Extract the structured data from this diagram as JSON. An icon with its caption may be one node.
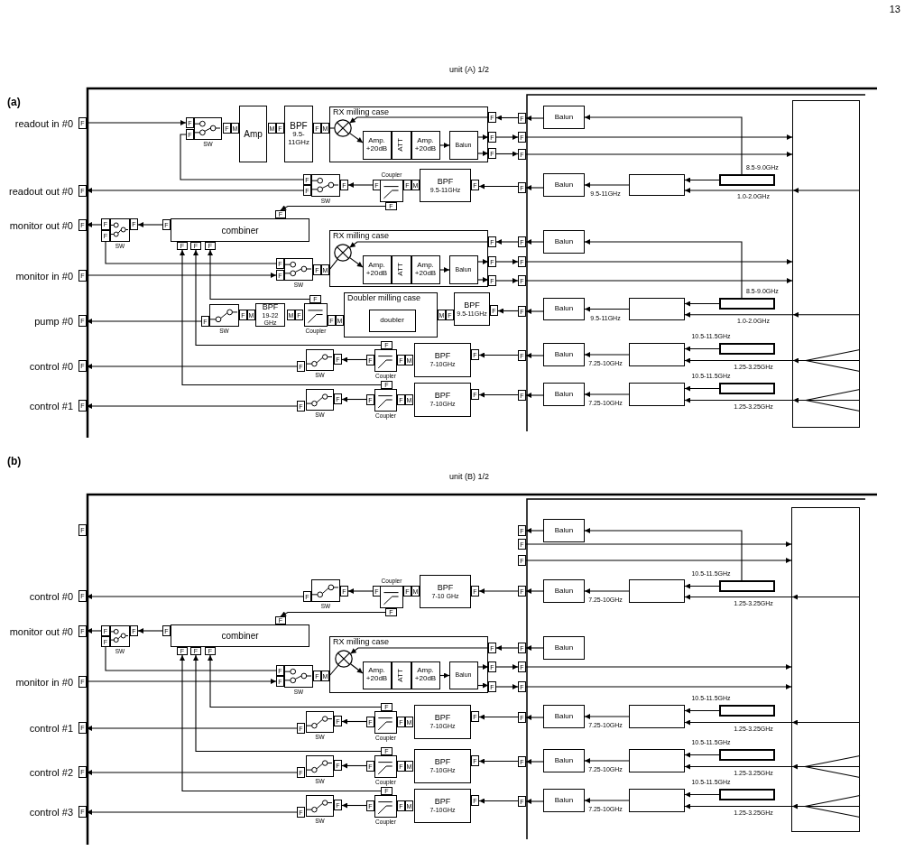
{
  "diagram": {
    "nodes": [
      {
        "text": [
          "F"
        ],
        "beside": [
          "readout in #0"
        ]
      },
      {
        "text": [],
        "shape": "box",
        "beside": [
          "SW"
        ]
      },
      {
        "text": [
          "F"
        ]
      },
      {
        "text": [
          "F"
        ]
      },
      {
        "text": [
          "F"
        ]
      },
      {
        "text": [
          "M"
        ]
      },
      {
        "text": [
          "Amp"
        ]
      },
      {
        "text": [
          "M"
        ]
      },
      {
        "text": [
          "F"
        ]
      },
      {
        "text": [
          "BPF",
          "9.5-11GHz"
        ]
      },
      {
        "text": [
          "F"
        ]
      },
      {
        "text": [
          "M"
        ]
      },
      {
        "text": [
          "RX milling case"
        ]
      },
      {
        "text": [],
        "shape": "circle",
        "in": 12
      },
      {
        "text": [
          "Amp. +20dB"
        ],
        "in": 12
      },
      {
        "text": [
          "ATT"
        ],
        "in": 12
      },
      {
        "text": [
          "Amp. +20dB"
        ],
        "in": 12
      },
      {
        "text": [
          "Balun"
        ],
        "in": 12
      },
      {
        "text": [
          "F"
        ]
      },
      {
        "text": [
          "F"
        ]
      },
      {
        "text": [
          "F"
        ]
      },
      {
        "text": [
          "F"
        ]
      },
      {
        "text": [
          "F"
        ]
      },
      {
        "text": [
          "F"
        ]
      },
      {
        "text": [
          "Balun"
        ]
      },
      {
        "text": [
          "F"
        ],
        "beside": [
          "readout out #0"
        ]
      },
      {
        "text": [],
        "shape": "box",
        "beside": [
          "SW"
        ]
      },
      {
        "text": [
          "F"
        ]
      },
      {
        "text": [
          "F"
        ]
      },
      {
        "text": [
          "F"
        ]
      },
      {
        "text": [],
        "shape": "box",
        "beside": [
          "Coupler"
        ]
      },
      {
        "text": [
          "F"
        ]
      },
      {
        "text": [
          "F"
        ]
      },
      {
        "text": [
          "M"
        ]
      },
      {
        "text": [
          "F"
        ]
      },
      {
        "text": [
          "BPF",
          "9.5-11GHz"
        ]
      },
      {
        "text": [
          "F"
        ]
      },
      {
        "text": [
          "F"
        ]
      },
      {
        "text": [
          "Balun"
        ]
      },
      {
        "text": [],
        "shape": "box"
      },
      {
        "text": [],
        "shape": "box"
      },
      {
        "text": [
          "F"
        ],
        "beside": [
          "monitor out #0"
        ]
      },
      {
        "text": [],
        "shape": "box",
        "beside": [
          "SW"
        ]
      },
      {
        "text": [
          "F"
        ]
      },
      {
        "text": [
          "F"
        ]
      },
      {
        "text": [
          "F"
        ]
      },
      {
        "text": [
          "combiner"
        ]
      },
      {
        "text": [
          "F"
        ]
      },
      {
        "text": [
          "F"
        ]
      },
      {
        "text": [
          "F"
        ]
      },
      {
        "text": [
          "F"
        ]
      },
      {
        "text": [
          "F"
        ]
      },
      {
        "text": [
          "F"
        ],
        "beside": [
          "monitor in #0"
        ]
      },
      {
        "text": [],
        "shape": "box",
        "beside": [
          "SW"
        ]
      },
      {
        "text": [
          "F"
        ]
      },
      {
        "text": [
          "F"
        ]
      },
      {
        "text": [
          "F"
        ]
      },
      {
        "text": [
          "M"
        ]
      },
      {
        "text": [
          "RX milling case"
        ]
      },
      {
        "text": [],
        "shape": "circle",
        "in": 58
      },
      {
        "text": [
          "Amp. +20dB"
        ],
        "in": 58
      },
      {
        "text": [
          "ATT"
        ],
        "in": 58
      },
      {
        "text": [
          "Amp. +20dB"
        ],
        "in": 58
      },
      {
        "text": [
          "Balun"
        ],
        "in": 58
      },
      {
        "text": [
          "F"
        ]
      },
      {
        "text": [
          "F"
        ]
      },
      {
        "text": [
          "F"
        ]
      },
      {
        "text": [
          "F"
        ]
      },
      {
        "text": [
          "F"
        ]
      },
      {
        "text": [
          "F"
        ]
      },
      {
        "text": [
          "Balun"
        ]
      },
      {
        "text": [
          "F"
        ],
        "beside": [
          "pump #0"
        ]
      },
      {
        "text": [],
        "shape": "box",
        "beside": [
          "SW"
        ]
      },
      {
        "text": [
          "F"
        ]
      },
      {
        "text": [
          "F"
        ]
      },
      {
        "text": [
          "M"
        ]
      },
      {
        "text": [
          "BPF",
          "19-22 GHz"
        ]
      },
      {
        "text": [
          "M"
        ]
      },
      {
        "text": [
          "F"
        ]
      },
      {
        "text": [],
        "shape": "box",
        "beside": [
          "Coupler"
        ]
      },
      {
        "text": [
          "F"
        ]
      },
      {
        "text": [
          "F"
        ]
      },
      {
        "text": [
          "M"
        ]
      },
      {
        "text": [
          "Doubler milling case"
        ]
      },
      {
        "text": [
          "doubler"
        ],
        "in": 83
      },
      {
        "text": [
          "M"
        ]
      },
      {
        "text": [
          "F"
        ]
      },
      {
        "text": [
          "BPF",
          "9.5-11GHz"
        ]
      },
      {
        "text": [
          "F"
        ]
      },
      {
        "text": [
          "F"
        ]
      },
      {
        "text": [
          "Balun"
        ]
      },
      {
        "text": [],
        "shape": "box"
      },
      {
        "text": [],
        "shape": "box"
      },
      {
        "text": [
          "F"
        ],
        "beside": [
          "control #0"
        ]
      },
      {
        "text": [],
        "shape": "box",
        "beside": [
          "SW"
        ]
      },
      {
        "text": [
          "F"
        ]
      },
      {
        "text": [
          "F"
        ]
      },
      {
        "text": [],
        "shape": "box",
        "beside": [
          "Coupler"
        ]
      },
      {
        "text": [
          "F"
        ]
      },
      {
        "text": [
          "F"
        ]
      },
      {
        "text": [
          "F"
        ]
      },
      {
        "text": [
          "M"
        ]
      },
      {
        "text": [
          "BPF",
          "7-10GHz"
        ]
      },
      {
        "text": [
          "F"
        ]
      },
      {
        "text": [
          "F"
        ]
      },
      {
        "text": [
          "Balun"
        ]
      },
      {
        "text": [],
        "shape": "box"
      },
      {
        "text": [],
        "shape": "box"
      },
      {
        "text": [
          "F"
        ],
        "beside": [
          "control #1"
        ]
      },
      {
        "text": [],
        "shape": "box",
        "beside": [
          "SW"
        ]
      },
      {
        "text": [
          "F"
        ]
      },
      {
        "text": [
          "F"
        ]
      },
      {
        "text": [],
        "shape": "box",
        "beside": [
          "Coupler"
        ]
      },
      {
        "text": [
          "F"
        ]
      },
      {
        "text": [
          "F"
        ]
      },
      {
        "text": [
          "F"
        ]
      },
      {
        "text": [
          "M"
        ]
      },
      {
        "text": [
          "BPF",
          "7-10GHz"
        ]
      },
      {
        "text": [
          "F"
        ]
      },
      {
        "text": [
          "F"
        ]
      },
      {
        "text": [
          "Balun"
        ]
      },
      {
        "text": [],
        "shape": "box"
      },
      {
        "text": [],
        "shape": "box"
      },
      {
        "text": [],
        "shape": "box"
      },
      {
        "text": [
          "F"
        ]
      },
      {
        "text": [
          "F"
        ]
      },
      {
        "text": [
          "F"
        ]
      },
      {
        "text": [
          "F"
        ]
      },
      {
        "text": [
          "Balun"
        ]
      },
      {
        "text": [
          "F"
        ],
        "beside": [
          "control #0"
        ]
      },
      {
        "text": [],
        "shape": "box",
        "beside": [
          "SW"
        ]
      },
      {
        "text": [
          "F"
        ]
      },
      {
        "text": [
          "F"
        ]
      },
      {
        "text": [],
        "shape": "box",
        "beside": [
          "Coupler"
        ]
      },
      {
        "text": [
          "F"
        ]
      },
      {
        "text": [
          "F"
        ]
      },
      {
        "text": [
          "M"
        ]
      },
      {
        "text": [
          "F"
        ]
      },
      {
        "text": [
          "BPF",
          "7-10 GHz"
        ]
      },
      {
        "text": [
          "F"
        ]
      },
      {
        "text": [
          "F"
        ]
      },
      {
        "text": [
          "Balun"
        ]
      },
      {
        "text": [],
        "shape": "box"
      },
      {
        "text": [],
        "shape": "box"
      },
      {
        "text": [
          "F"
        ],
        "beside": [
          "monitor out #0"
        ]
      },
      {
        "text": [],
        "shape": "box",
        "beside": [
          "SW"
        ]
      },
      {
        "text": [
          "F"
        ]
      },
      {
        "text": [
          "F"
        ]
      },
      {
        "text": [
          "F"
        ]
      },
      {
        "text": [
          "combiner"
        ]
      },
      {
        "text": [
          "F"
        ]
      },
      {
        "text": [
          "F"
        ]
      },
      {
        "text": [
          "F"
        ]
      },
      {
        "text": [
          "F"
        ]
      },
      {
        "text": [
          "F"
        ]
      },
      {
        "text": [
          "F"
        ],
        "beside": [
          "monitor in #0"
        ]
      },
      {
        "text": [],
        "shape": "box",
        "beside": [
          "SW"
        ]
      },
      {
        "text": [
          "F"
        ]
      },
      {
        "text": [
          "F"
        ]
      },
      {
        "text": [
          "F"
        ]
      },
      {
        "text": [
          "M"
        ]
      },
      {
        "text": [
          "RX milling case"
        ]
      },
      {
        "text": [],
        "shape": "circle",
        "in": 161
      },
      {
        "text": [
          "Amp. +20dB"
        ],
        "in": 161
      },
      {
        "text": [
          "ATT"
        ],
        "in": 161
      },
      {
        "text": [
          "Amp. +20dB"
        ],
        "in": 161
      },
      {
        "text": [
          "Balun"
        ],
        "in": 161
      },
      {
        "text": [
          "F"
        ]
      },
      {
        "text": [
          "F"
        ]
      },
      {
        "text": [
          "F"
        ]
      },
      {
        "text": [
          "F"
        ]
      },
      {
        "text": [
          "F"
        ]
      },
      {
        "text": [
          "F"
        ]
      },
      {
        "text": [
          "Balun"
        ]
      },
      {
        "text": [
          "F"
        ],
        "beside": [
          "control #1"
        ]
      },
      {
        "text": [],
        "shape": "box",
        "beside": [
          "SW"
        ]
      },
      {
        "text": [
          "F"
        ]
      },
      {
        "text": [
          "F"
        ]
      },
      {
        "text": [],
        "shape": "box",
        "beside": [
          "Coupler"
        ]
      },
      {
        "text": [
          "F"
        ]
      },
      {
        "text": [
          "F"
        ]
      },
      {
        "text": [
          "F"
        ]
      },
      {
        "text": [
          "M"
        ]
      },
      {
        "text": [
          "BPF",
          "7-10GHz"
        ]
      },
      {
        "text": [
          "F"
        ]
      },
      {
        "text": [
          "F"
        ]
      },
      {
        "text": [
          "Balun"
        ]
      },
      {
        "text": [],
        "shape": "box"
      },
      {
        "text": [],
        "shape": "box"
      },
      {
        "text": [
          "F"
        ],
        "beside": [
          "control #2"
        ]
      },
      {
        "text": [],
        "shape": "box",
        "beside": [
          "SW"
        ]
      },
      {
        "text": [
          "F"
        ]
      },
      {
        "text": [
          "F"
        ]
      },
      {
        "text": [],
        "shape": "box",
        "beside": [
          "Coupler"
        ]
      },
      {
        "text": [
          "F"
        ]
      },
      {
        "text": [
          "F"
        ]
      },
      {
        "text": [
          "F"
        ]
      },
      {
        "text": [
          "M"
        ]
      },
      {
        "text": [
          "BPF",
          "7-10GHz"
        ]
      },
      {
        "text": [
          "F"
        ]
      },
      {
        "text": [
          "F"
        ]
      },
      {
        "text": [
          "Balun"
        ]
      },
      {
        "text": [],
        "shape": "box"
      },
      {
        "text": [],
        "shape": "box"
      },
      {
        "text": [
          "F"
        ],
        "beside": [
          "control #3"
        ]
      },
      {
        "text": [],
        "shape": "box",
        "beside": [
          "SW"
        ]
      },
      {
        "text": [
          "F"
        ]
      },
      {
        "text": [
          "F"
        ]
      },
      {
        "text": [],
        "shape": "box",
        "beside": [
          "Coupler"
        ]
      },
      {
        "text": [
          "F"
        ]
      },
      {
        "text": [
          "F"
        ]
      },
      {
        "text": [
          "F"
        ]
      },
      {
        "text": [
          "M"
        ]
      },
      {
        "text": [
          "BPF",
          "7-10GHz"
        ]
      },
      {
        "text": [
          "F"
        ]
      },
      {
        "text": [
          "F"
        ]
      },
      {
        "text": [
          "Balun"
        ]
      },
      {
        "text": [],
        "shape": "box"
      },
      {
        "text": [],
        "shape": "box"
      },
      {
        "text": [],
        "shape": "box"
      }
    ],
    "edges": [
      {
        "from": 0,
        "to": 2,
        "arrow": "to"
      },
      {
        "from": 3,
        "to": 27,
        "arrow": "none"
      },
      {
        "from": 11,
        "to": 13,
        "arrow": "none"
      },
      {
        "from": 18,
        "to": 13,
        "arrow": "to"
      },
      {
        "from": 13,
        "to": 14,
        "arrow": "to"
      },
      {
        "from": 16,
        "to": 17,
        "arrow": "to"
      },
      {
        "from": 17,
        "to": 19,
        "arrow": "to"
      },
      {
        "from": 17,
        "to": 20,
        "arrow": "to"
      },
      {
        "from": 21,
        "to": 18,
        "arrow": "to"
      },
      {
        "from": 24,
        "to": 21,
        "arrow": "to"
      },
      {
        "from": 19,
        "to": 22,
        "arrow": "to"
      },
      {
        "from": 20,
        "to": 23,
        "arrow": "to"
      },
      {
        "from": 22,
        "to": 123,
        "arrow": "to"
      },
      {
        "from": 23,
        "to": 123,
        "arrow": "to"
      },
      {
        "from": 40,
        "to": 24,
        "arrow": "to",
        "label": "8.5-9.0GHz"
      },
      {
        "from": 40,
        "to": 39,
        "arrow": "to"
      },
      {
        "from": 123,
        "to": 39,
        "arrow": "to",
        "label": "1.0-2.0GHz"
      },
      {
        "from": 39,
        "to": 38,
        "arrow": "to",
        "label": "9.5-11GHz"
      },
      {
        "from": 38,
        "to": 37,
        "arrow": "to"
      },
      {
        "from": 37,
        "to": 36,
        "arrow": "to"
      },
      {
        "from": 31,
        "to": 29,
        "arrow": "to"
      },
      {
        "from": 28,
        "to": 25,
        "arrow": "to"
      },
      {
        "from": 34,
        "to": 48,
        "arrow": "to"
      },
      {
        "from": 47,
        "to": 45,
        "arrow": "to"
      },
      {
        "from": 43,
        "to": 41,
        "arrow": "to"
      },
      {
        "from": 44,
        "to": 54,
        "arrow": "none"
      },
      {
        "from": 52,
        "to": 55,
        "arrow": "to"
      },
      {
        "from": 57,
        "to": 59,
        "arrow": "none"
      },
      {
        "from": 64,
        "to": 59,
        "arrow": "to"
      },
      {
        "from": 59,
        "to": 60,
        "arrow": "to"
      },
      {
        "from": 62,
        "to": 63,
        "arrow": "to"
      },
      {
        "from": 63,
        "to": 65,
        "arrow": "to"
      },
      {
        "from": 63,
        "to": 66,
        "arrow": "to"
      },
      {
        "from": 67,
        "to": 64,
        "arrow": "to"
      },
      {
        "from": 70,
        "to": 67,
        "arrow": "to"
      },
      {
        "from": 65,
        "to": 68,
        "arrow": "to"
      },
      {
        "from": 66,
        "to": 69,
        "arrow": "to"
      },
      {
        "from": 68,
        "to": 123,
        "arrow": "to"
      },
      {
        "from": 69,
        "to": 123,
        "arrow": "to"
      },
      {
        "from": 92,
        "to": 70,
        "arrow": "to",
        "label": "8.5-9.0GHz"
      },
      {
        "from": 92,
        "to": 91,
        "arrow": "to"
      },
      {
        "from": 123,
        "to": 91,
        "arrow": "to",
        "label": "1.0-2.0GHz"
      },
      {
        "from": 91,
        "to": 90,
        "arrow": "to",
        "label": "9.5-11GHz"
      },
      {
        "from": 90,
        "to": 89,
        "arrow": "to"
      },
      {
        "from": 89,
        "to": 88,
        "arrow": "to"
      },
      {
        "from": 80,
        "to": 51,
        "arrow": "to"
      },
      {
        "from": 73,
        "to": 71,
        "arrow": "to"
      },
      {
        "from": 107,
        "to": 106,
        "arrow": "to",
        "label": "10.5-11.5GHz"
      },
      {
        "from": 123,
        "to": 106,
        "arrow": "to",
        "label": "1.25-3.25GHz"
      },
      {
        "from": 106,
        "to": 105,
        "arrow": "to",
        "label": "7.25-10GHz"
      },
      {
        "from": 105,
        "to": 104,
        "arrow": "to"
      },
      {
        "from": 104,
        "to": 103,
        "arrow": "to"
      },
      {
        "from": 98,
        "to": 96,
        "arrow": "to"
      },
      {
        "from": 95,
        "to": 93,
        "arrow": "to"
      },
      {
        "from": 99,
        "to": 50,
        "arrow": "to"
      },
      {
        "from": 122,
        "to": 121,
        "arrow": "to",
        "label": "10.5-11.5GHz"
      },
      {
        "from": 123,
        "to": 121,
        "arrow": "to",
        "label": "1.25-3.25GHz"
      },
      {
        "from": 121,
        "to": 120,
        "arrow": "to",
        "label": "7.25-10GHz"
      },
      {
        "from": 120,
        "to": 119,
        "arrow": "to"
      },
      {
        "from": 119,
        "to": 118,
        "arrow": "to"
      },
      {
        "from": 113,
        "to": 111,
        "arrow": "to"
      },
      {
        "from": 110,
        "to": 108,
        "arrow": "to"
      },
      {
        "from": 114,
        "to": 49,
        "arrow": "to"
      },
      {
        "from": 128,
        "to": 125,
        "arrow": "to"
      },
      {
        "from": 143,
        "to": 128,
        "arrow": "to"
      },
      {
        "from": 126,
        "to": 219,
        "arrow": "to"
      },
      {
        "from": 127,
        "to": 219,
        "arrow": "to"
      },
      {
        "from": 143,
        "to": 142,
        "arrow": "to",
        "label": "10.5-11.5GHz"
      },
      {
        "from": 219,
        "to": 142,
        "arrow": "to",
        "label": "1.25-3.25GHz"
      },
      {
        "from": 142,
        "to": 141,
        "arrow": "to",
        "label": "7.25-10GHz"
      },
      {
        "from": 141,
        "to": 140,
        "arrow": "to"
      },
      {
        "from": 140,
        "to": 139,
        "arrow": "to"
      },
      {
        "from": 134,
        "to": 132,
        "arrow": "to"
      },
      {
        "from": 131,
        "to": 129,
        "arrow": "to"
      },
      {
        "from": 137,
        "to": 151,
        "arrow": "to"
      },
      {
        "from": 150,
        "to": 148,
        "arrow": "to"
      },
      {
        "from": 146,
        "to": 144,
        "arrow": "to"
      },
      {
        "from": 147,
        "to": 157,
        "arrow": "none"
      },
      {
        "from": 155,
        "to": 158,
        "arrow": "to"
      },
      {
        "from": 160,
        "to": 162,
        "arrow": "none"
      },
      {
        "from": 167,
        "to": 162,
        "arrow": "to"
      },
      {
        "from": 162,
        "to": 163,
        "arrow": "to"
      },
      {
        "from": 165,
        "to": 166,
        "arrow": "to"
      },
      {
        "from": 166,
        "to": 168,
        "arrow": "to"
      },
      {
        "from": 166,
        "to": 169,
        "arrow": "to"
      },
      {
        "from": 170,
        "to": 167,
        "arrow": "to"
      },
      {
        "from": 173,
        "to": 170,
        "arrow": "to"
      },
      {
        "from": 168,
        "to": 171,
        "arrow": "to"
      },
      {
        "from": 169,
        "to": 172,
        "arrow": "to"
      },
      {
        "from": 171,
        "to": 219,
        "arrow": "to"
      },
      {
        "from": 172,
        "to": 219,
        "arrow": "to"
      },
      {
        "from": 188,
        "to": 187,
        "arrow": "to",
        "label": "10.5-11.5GHz"
      },
      {
        "from": 219,
        "to": 187,
        "arrow": "to",
        "label": "1.25-3.25GHz"
      },
      {
        "from": 187,
        "to": 186,
        "arrow": "to",
        "label": "7.25-10GHz"
      },
      {
        "from": 186,
        "to": 185,
        "arrow": "to"
      },
      {
        "from": 185,
        "to": 184,
        "arrow": "to"
      },
      {
        "from": 179,
        "to": 177,
        "arrow": "to"
      },
      {
        "from": 176,
        "to": 174,
        "arrow": "to"
      },
      {
        "from": 180,
        "to": 154,
        "arrow": "to"
      },
      {
        "from": 203,
        "to": 202,
        "arrow": "to",
        "label": "10.5-11.5GHz"
      },
      {
        "from": 219,
        "to": 202,
        "arrow": "to",
        "label": "1.25-3.25GHz"
      },
      {
        "from": 202,
        "to": 201,
        "arrow": "to",
        "label": "7.25-10GHz"
      },
      {
        "from": 201,
        "to": 200,
        "arrow": "to"
      },
      {
        "from": 200,
        "to": 199,
        "arrow": "to"
      },
      {
        "from": 194,
        "to": 192,
        "arrow": "to"
      },
      {
        "from": 191,
        "to": 189,
        "arrow": "to"
      },
      {
        "from": 195,
        "to": 153,
        "arrow": "to"
      },
      {
        "from": 218,
        "to": 217,
        "arrow": "to",
        "label": "10.5-11.5GHz"
      },
      {
        "from": 219,
        "to": 217,
        "arrow": "to",
        "label": "1.25-3.25GHz"
      },
      {
        "from": 217,
        "to": 216,
        "arrow": "to",
        "label": "7.25-10GHz"
      },
      {
        "from": 216,
        "to": 215,
        "arrow": "to"
      },
      {
        "from": 215,
        "to": 214,
        "arrow": "to"
      },
      {
        "from": 209,
        "to": 207,
        "arrow": "to"
      },
      {
        "from": 206,
        "to": 204,
        "arrow": "to"
      },
      {
        "from": 210,
        "to": 152,
        "arrow": "to"
      }
    ],
    "labels": [
      "13",
      "(a)",
      "unit (A) 1/2",
      "(b)",
      "unit (B) 1/2"
    ]
  }
}
